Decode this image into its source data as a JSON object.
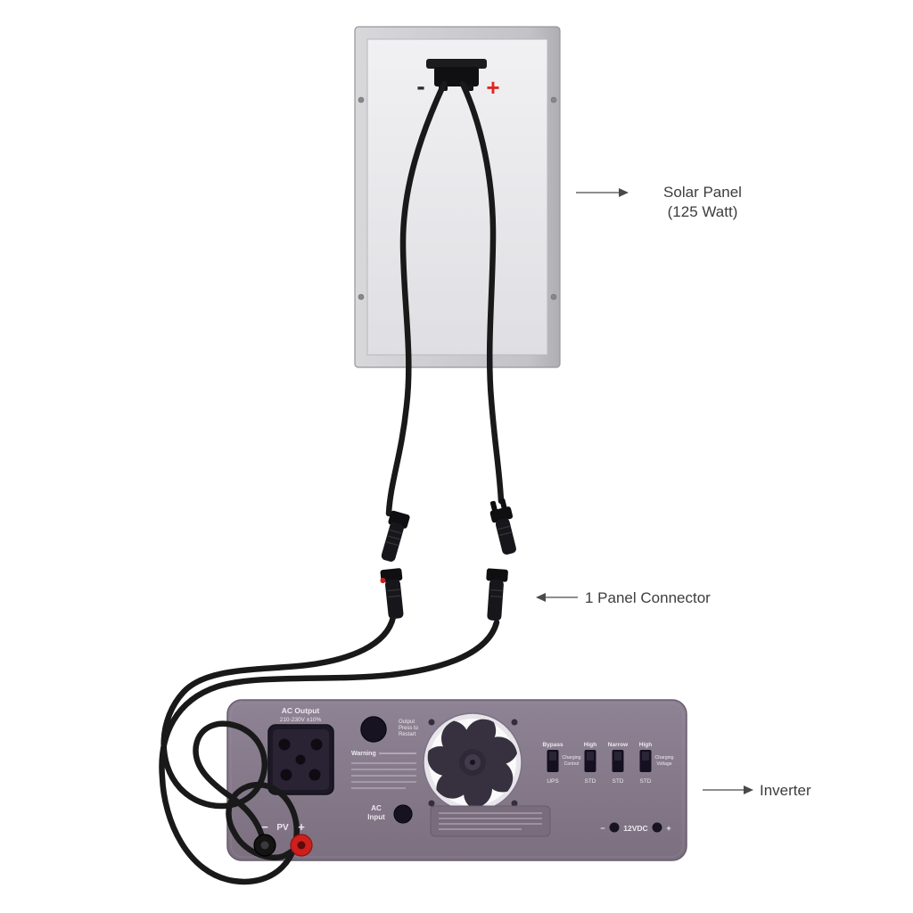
{
  "callouts": {
    "solar_panel_line1": "Solar Panel",
    "solar_panel_line2": "(125 Watt)",
    "panel_connector": "1 Panel Connector",
    "inverter": "Inverter"
  },
  "solar_panel": {
    "junction_minus": "-",
    "junction_plus": "+"
  },
  "inverter_panel": {
    "ac_output_title": "AC Output",
    "ac_output_spec": "210-230V ±10%",
    "output_btn_line1": "Output",
    "output_btn_line2": "Press to",
    "output_btn_line3": "Restart",
    "warning_label": "Warning",
    "ac_input_line1": "AC",
    "ac_input_line2": "Input",
    "switches": [
      {
        "top": "Bypass",
        "bottom": "UPS"
      },
      {
        "top": "High",
        "bottom": "STD"
      },
      {
        "top": "Narrow",
        "bottom": "STD"
      },
      {
        "top": "High",
        "bottom": "STD"
      }
    ],
    "charging_control_line1": "Charging",
    "charging_control_line2": "Control",
    "charging_voltage_line1": "Charging",
    "charging_voltage_line2": "Voltage",
    "pv_minus": "−",
    "pv_label": "PV",
    "pv_plus": "+",
    "dc_minus": "−",
    "dc_label": "12VDC",
    "dc_plus": "+"
  },
  "colors": {
    "background": "#ffffff",
    "inverter_body": "#867a89",
    "accent_red": "#d92b23",
    "cable_black": "#191919",
    "panel_frame": "#c8c8cc",
    "label_text": "#3d3d3d"
  }
}
